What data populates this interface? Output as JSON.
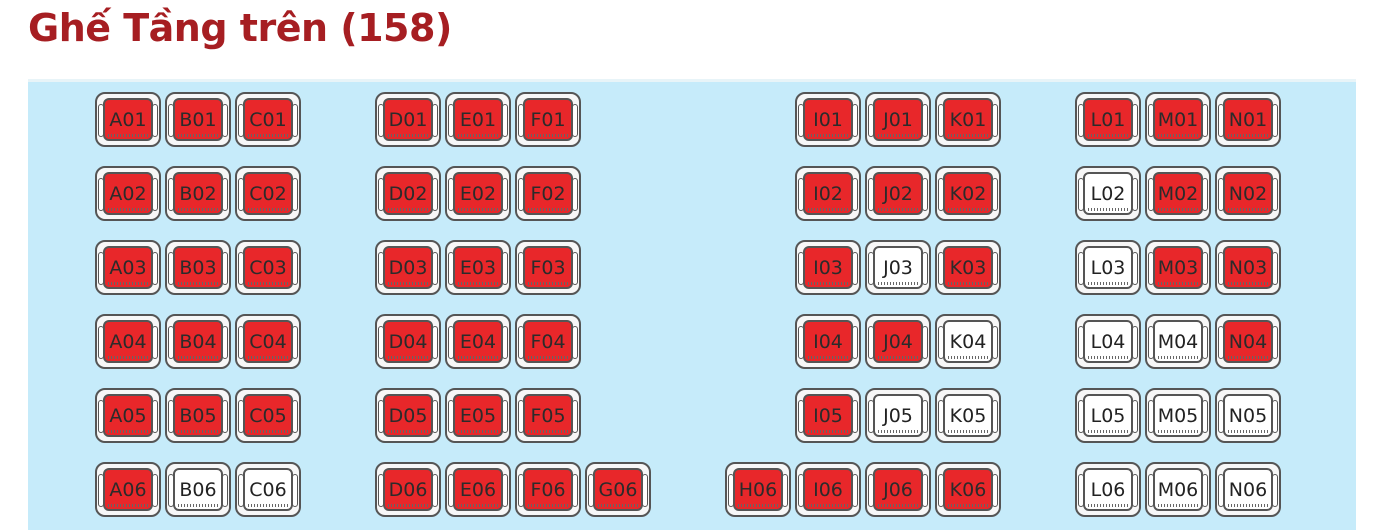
{
  "header": {
    "title": "Ghế Tầng trên (158)"
  },
  "colors": {
    "title": "#a61e22",
    "booked": "#e8272a",
    "available": "#ffffff",
    "map_bg": "#c6ebfa"
  },
  "seats": [
    {
      "id": "A01",
      "booked": true
    },
    {
      "id": "B01",
      "booked": true
    },
    {
      "id": "C01",
      "booked": true
    },
    {
      "id": "D01",
      "booked": true
    },
    {
      "id": "E01",
      "booked": true
    },
    {
      "id": "F01",
      "booked": true
    },
    {
      "id": "I01",
      "booked": true
    },
    {
      "id": "J01",
      "booked": true
    },
    {
      "id": "K01",
      "booked": true
    },
    {
      "id": "L01",
      "booked": true
    },
    {
      "id": "M01",
      "booked": true
    },
    {
      "id": "N01",
      "booked": true
    },
    {
      "id": "A02",
      "booked": true
    },
    {
      "id": "B02",
      "booked": true
    },
    {
      "id": "C02",
      "booked": true
    },
    {
      "id": "D02",
      "booked": true
    },
    {
      "id": "E02",
      "booked": true
    },
    {
      "id": "F02",
      "booked": true
    },
    {
      "id": "I02",
      "booked": true
    },
    {
      "id": "J02",
      "booked": true
    },
    {
      "id": "K02",
      "booked": true
    },
    {
      "id": "L02",
      "booked": false
    },
    {
      "id": "M02",
      "booked": true
    },
    {
      "id": "N02",
      "booked": true
    },
    {
      "id": "A03",
      "booked": true
    },
    {
      "id": "B03",
      "booked": true
    },
    {
      "id": "C03",
      "booked": true
    },
    {
      "id": "D03",
      "booked": true
    },
    {
      "id": "E03",
      "booked": true
    },
    {
      "id": "F03",
      "booked": true
    },
    {
      "id": "I03",
      "booked": true
    },
    {
      "id": "J03",
      "booked": false
    },
    {
      "id": "K03",
      "booked": true
    },
    {
      "id": "L03",
      "booked": false
    },
    {
      "id": "M03",
      "booked": true
    },
    {
      "id": "N03",
      "booked": true
    },
    {
      "id": "A04",
      "booked": true
    },
    {
      "id": "B04",
      "booked": true
    },
    {
      "id": "C04",
      "booked": true
    },
    {
      "id": "D04",
      "booked": true
    },
    {
      "id": "E04",
      "booked": true
    },
    {
      "id": "F04",
      "booked": true
    },
    {
      "id": "I04",
      "booked": true
    },
    {
      "id": "J04",
      "booked": true
    },
    {
      "id": "K04",
      "booked": false
    },
    {
      "id": "L04",
      "booked": false
    },
    {
      "id": "M04",
      "booked": false
    },
    {
      "id": "N04",
      "booked": true
    },
    {
      "id": "A05",
      "booked": true
    },
    {
      "id": "B05",
      "booked": true
    },
    {
      "id": "C05",
      "booked": true
    },
    {
      "id": "D05",
      "booked": true
    },
    {
      "id": "E05",
      "booked": true
    },
    {
      "id": "F05",
      "booked": true
    },
    {
      "id": "I05",
      "booked": true
    },
    {
      "id": "J05",
      "booked": false
    },
    {
      "id": "K05",
      "booked": false
    },
    {
      "id": "L05",
      "booked": false
    },
    {
      "id": "M05",
      "booked": false
    },
    {
      "id": "N05",
      "booked": false
    },
    {
      "id": "A06",
      "booked": true
    },
    {
      "id": "B06",
      "booked": false
    },
    {
      "id": "C06",
      "booked": false
    },
    {
      "id": "D06",
      "booked": true
    },
    {
      "id": "E06",
      "booked": true
    },
    {
      "id": "F06",
      "booked": true
    },
    {
      "id": "G06",
      "booked": true
    },
    {
      "id": "H06",
      "booked": true
    },
    {
      "id": "I06",
      "booked": true
    },
    {
      "id": "J06",
      "booked": true
    },
    {
      "id": "K06",
      "booked": true
    },
    {
      "id": "L06",
      "booked": false
    },
    {
      "id": "M06",
      "booked": false
    },
    {
      "id": "N06",
      "booked": false
    }
  ]
}
